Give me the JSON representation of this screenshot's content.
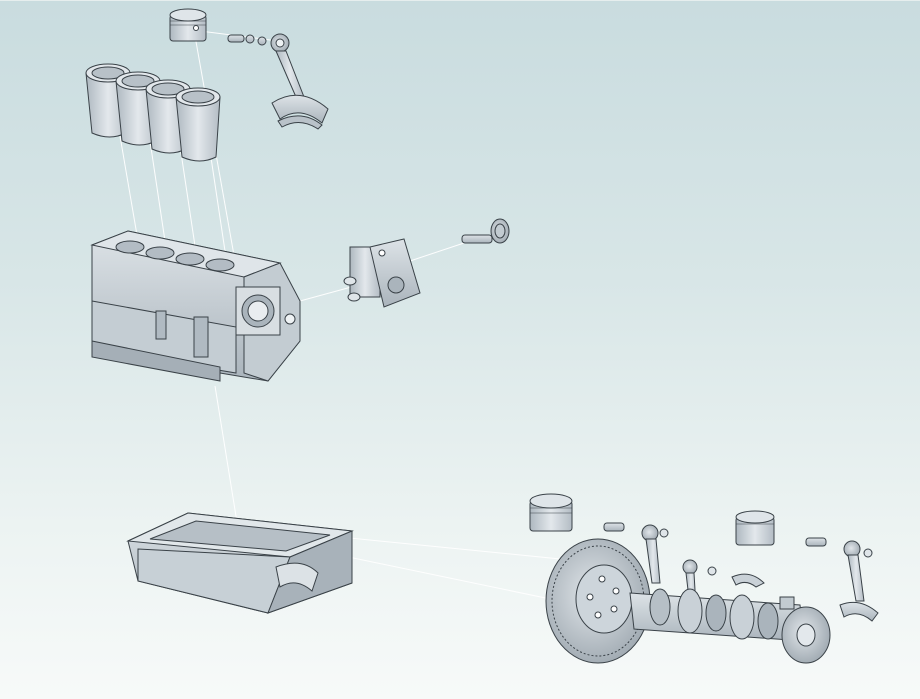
{
  "view": {
    "background_top": "#c9dcdf",
    "background_bottom": "#f7faf9",
    "part_fill": "#cfd7dc",
    "part_shade": "#a9b3bb",
    "part_edge": "#3a4248",
    "explode_line_color": "#ffffff"
  },
  "parts": [
    {
      "name": "piston-top",
      "kind": "piston"
    },
    {
      "name": "piston-pin-top",
      "kind": "pin"
    },
    {
      "name": "connecting-rod-top",
      "kind": "rod"
    },
    {
      "name": "cylinder-liners",
      "kind": "liner-set"
    },
    {
      "name": "engine-block",
      "kind": "block"
    },
    {
      "name": "oil-pump-housing",
      "kind": "pump"
    },
    {
      "name": "drive-gear-shaft",
      "kind": "gear-shaft"
    },
    {
      "name": "oil-pan",
      "kind": "pan"
    },
    {
      "name": "crankshaft-assembly",
      "kind": "crankshaft"
    },
    {
      "name": "flywheel",
      "kind": "flywheel"
    },
    {
      "name": "piston-left",
      "kind": "piston"
    },
    {
      "name": "piston-right",
      "kind": "piston"
    },
    {
      "name": "connecting-rods-bottom",
      "kind": "rod"
    }
  ]
}
